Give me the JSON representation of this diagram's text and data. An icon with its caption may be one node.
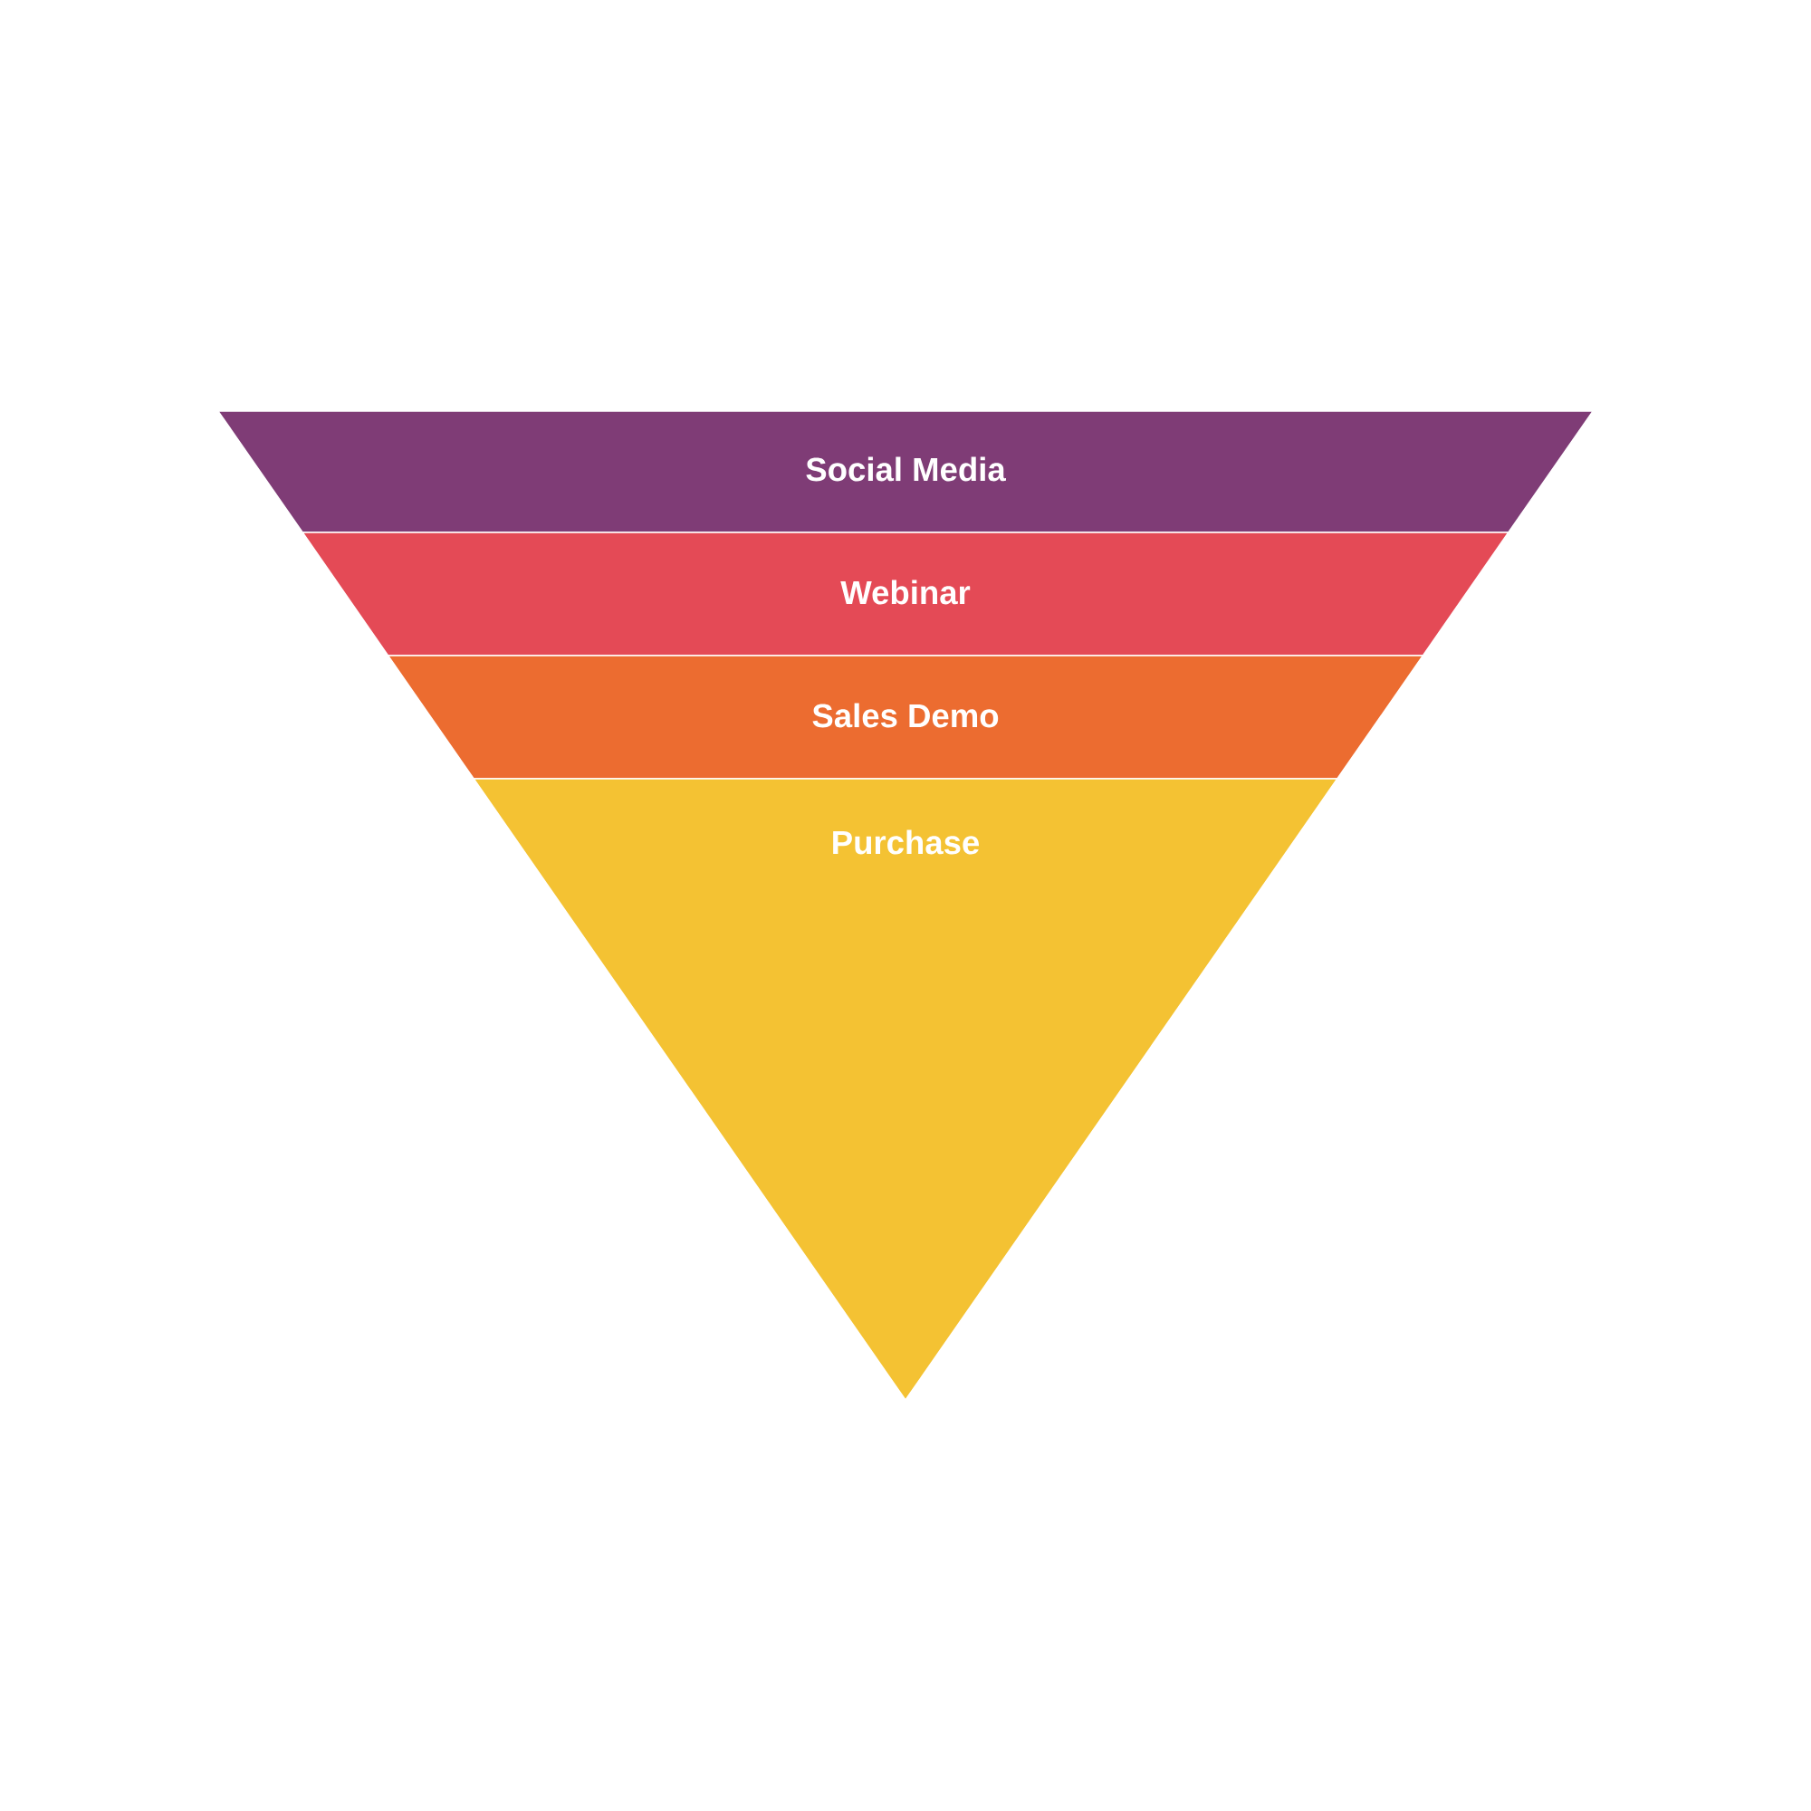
{
  "diagram": {
    "nodes": [
      {
        "text": [
          "Social Media"
        ]
      },
      {
        "text": [
          "Webinar"
        ]
      },
      {
        "text": [
          "Sales Demo"
        ]
      },
      {
        "text": [
          "Purchase"
        ]
      }
    ]
  }
}
